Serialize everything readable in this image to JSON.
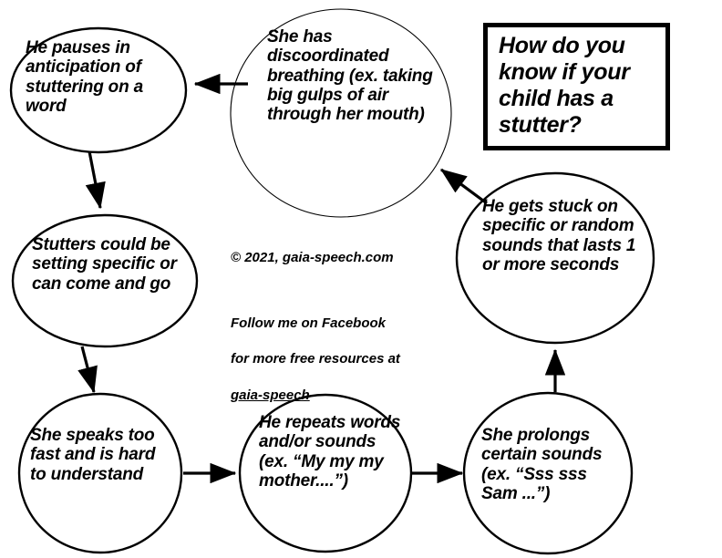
{
  "title_box": {
    "text": "How do you know if your child has a stutter?"
  },
  "credit": {
    "text": "© 2021, gaia-speech.com"
  },
  "follow": {
    "line1": "Follow me on Facebook",
    "line2": "for more free resources at",
    "link": "gaia-speech"
  },
  "nodes": [
    {
      "id": "pauses",
      "text": "He pauses in anticipation of stuttering on a word"
    },
    {
      "id": "breathing",
      "text": "She has discoordinated breathing (ex. taking big gulps of air through her mouth)"
    },
    {
      "id": "setting",
      "text": "Stutters could be setting specific or can come and go"
    },
    {
      "id": "gets-stuck",
      "text": "He gets stuck on specific or random sounds that lasts 1 or more seconds"
    },
    {
      "id": "speaks-fast",
      "text": "She speaks too fast and is hard to understand"
    },
    {
      "id": "repeats",
      "text": "He repeats words and/or sounds (ex. “My my my mother....”)"
    },
    {
      "id": "prolongs",
      "text": "She prolongs certain sounds (ex. “Sss sss Sam ...”)"
    }
  ],
  "colors": {
    "stroke": "#000000",
    "fill": "#ffffff",
    "text": "#000000"
  }
}
